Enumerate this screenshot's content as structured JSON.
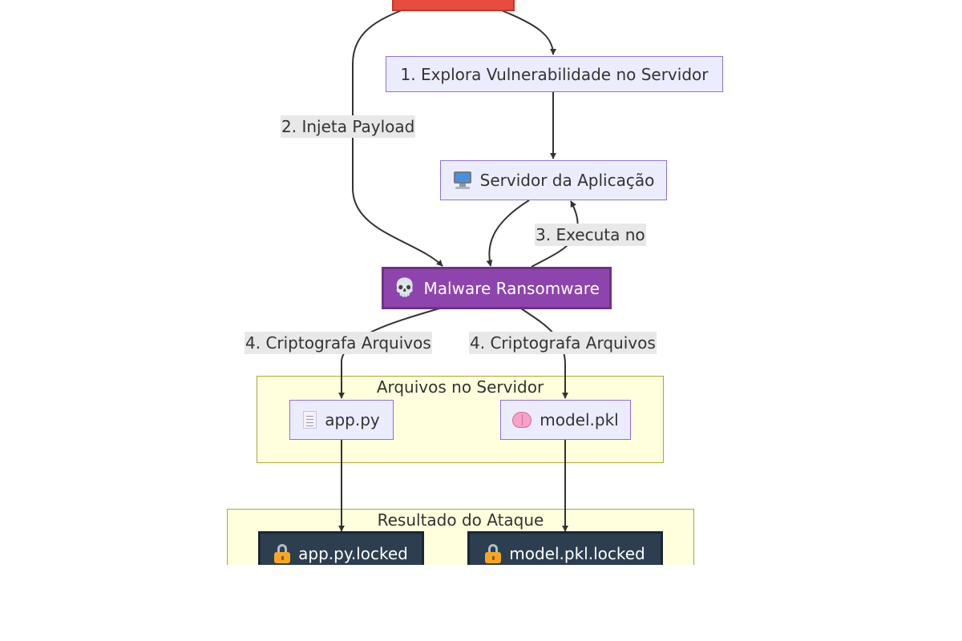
{
  "nodes": {
    "attacker": {
      "label": ""
    },
    "exploit": {
      "label": "1. Explora Vulnerabilidade no Servidor"
    },
    "server": {
      "label": "Servidor da Aplicação",
      "icon": "desktop-computer-icon"
    },
    "malware": {
      "label": "Malware Ransomware",
      "icon": "skull-icon"
    },
    "app_py": {
      "label": "app.py",
      "icon": "page-icon"
    },
    "model_pkl": {
      "label": "model.pkl",
      "icon": "brain-icon"
    },
    "app_locked": {
      "label": "app.py.locked",
      "icon": "lock-icon"
    },
    "model_locked": {
      "label": "model.pkl.locked",
      "icon": "lock-icon"
    }
  },
  "edge_labels": {
    "inject": "2. Injeta Payload",
    "execute": "3. Executa no",
    "encrypt_app": "4. Criptografa Arquivos",
    "encrypt_model": "4. Criptografa Arquivos"
  },
  "clusters": {
    "server_files": "Arquivos no Servidor",
    "attack_result": "Resultado do Ataque"
  },
  "colors": {
    "attacker_fill": "#E74C3C",
    "malware_fill": "#8E44AD",
    "locked_fill": "#2C3E50",
    "node_fill": "#ECECFF",
    "node_border": "#9370DB",
    "cluster_fill": "#FFFFDE",
    "edge_label_bg": "#E8E8E8"
  }
}
